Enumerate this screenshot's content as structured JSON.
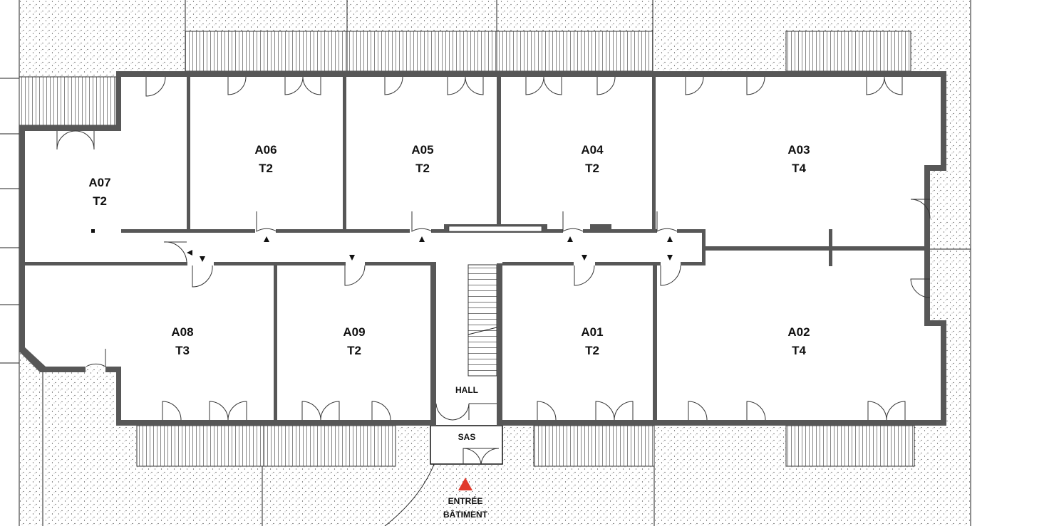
{
  "plan": {
    "apartments": [
      {
        "id": "A07",
        "type": "T2"
      },
      {
        "id": "A06",
        "type": "T2"
      },
      {
        "id": "A05",
        "type": "T2"
      },
      {
        "id": "A04",
        "type": "T2"
      },
      {
        "id": "A03",
        "type": "T4"
      },
      {
        "id": "A08",
        "type": "T3"
      },
      {
        "id": "A09",
        "type": "T2"
      },
      {
        "id": "A01",
        "type": "T2"
      },
      {
        "id": "A02",
        "type": "T4"
      }
    ],
    "hall_label": "HALL",
    "sas_label": "SAS",
    "entrance_line1": "ENTRÉE",
    "entrance_line2": "BÂTIMENT",
    "colors": {
      "wall": "#575757",
      "entrance_marker": "#e0392b"
    }
  }
}
